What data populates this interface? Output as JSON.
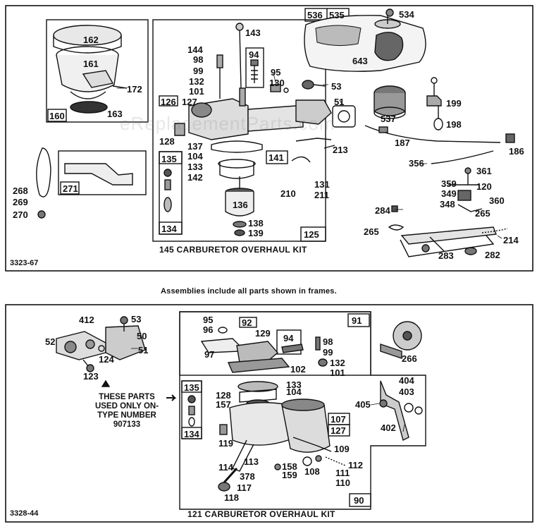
{
  "watermark": "eReplacementParts.com",
  "assemblies_note": "Assemblies include all parts shown in frames.",
  "top_diagram": {
    "code": "3323-67",
    "kit_caption": "145 CARBURETOR OVERHAUL KIT",
    "labels": {
      "p536": "536",
      "p535": "535",
      "p534": "534",
      "p643": "643",
      "p162": "162",
      "p161": "161",
      "p172": "172",
      "p160": "160",
      "p163": "163",
      "p143": "143",
      "p144": "144",
      "p98": "98",
      "p99": "99",
      "p132": "132",
      "p101": "101",
      "p94": "94",
      "p95": "95",
      "p130": "130",
      "p53": "53",
      "p51": "51",
      "p126": "126",
      "p127": "127",
      "p128": "128",
      "p137": "137",
      "p104": "104",
      "p133": "133",
      "p142": "142",
      "p135": "135",
      "p136": "136",
      "p138": "138",
      "p139": "139",
      "p134": "134",
      "p125": "125",
      "p141": "141",
      "p131": "131",
      "p210": "210",
      "p211": "211",
      "p213": "213",
      "p537": "537",
      "p199": "199",
      "p198": "198",
      "p187": "187",
      "p186": "186",
      "p356": "356",
      "p361": "361",
      "p359": "359",
      "p349": "349",
      "p120": "120",
      "p348": "348",
      "p360": "360",
      "p284": "284",
      "p265a": "265",
      "p265b": "265",
      "p214": "214",
      "p283": "283",
      "p282": "282",
      "p268": "268",
      "p269": "269",
      "p270": "270",
      "p271": "271"
    }
  },
  "bottom_diagram": {
    "code": "3328-44",
    "kit_caption": "121 CARBURETOR OVERHAUL KIT",
    "note": [
      "THESE PARTS",
      "USED ONLY ON-",
      "TYPE NUMBER",
      "907133"
    ],
    "labels": {
      "p53": "53",
      "p412": "412",
      "p52": "52",
      "p50": "50",
      "p51": "51",
      "p124": "124",
      "p123": "123",
      "p95": "95",
      "p96": "96",
      "p92": "92",
      "p129": "129",
      "p91": "91",
      "p97": "97",
      "p94": "94",
      "p98": "98",
      "p99": "99",
      "p132": "132",
      "p101": "101",
      "p102": "102",
      "p266": "266",
      "p133": "133",
      "p104": "104",
      "p128": "128",
      "p157": "157",
      "p135": "135",
      "p134": "134",
      "p107": "107",
      "p127": "127",
      "p119": "119",
      "p109": "109",
      "p404": "404",
      "p403": "403",
      "p405": "405",
      "p402": "402",
      "p113": "113",
      "p114": "114",
      "p378": "378",
      "p158": "158",
      "p159": "159",
      "p108": "108",
      "p111": "111",
      "p112": "112",
      "p110": "110",
      "p117": "117",
      "p118": "118",
      "p90": "90"
    }
  }
}
